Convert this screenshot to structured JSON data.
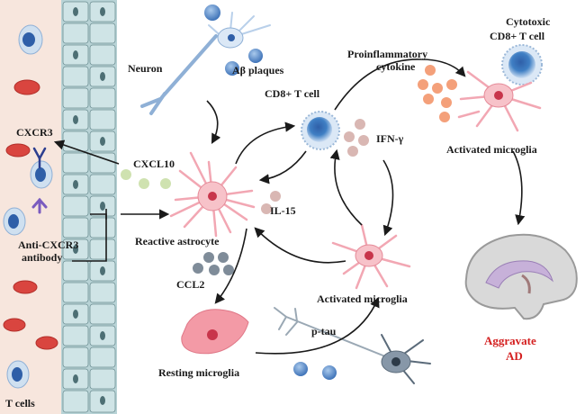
{
  "labels": {
    "neuron": "Neuron",
    "abeta": "Aβ plaques",
    "cd8": "CD8+ T cell",
    "proinflammatory": "Proinflammatory",
    "cytokine": "cytokine",
    "cytotoxic": "Cytotoxic",
    "cytotoxic_cd8": "CD8+ T cell",
    "ifn": "IFN-γ",
    "activated_microglia_top": "Activated microglia",
    "cxcr3": "CXCR3",
    "cxcl10": "CXCL10",
    "il15": "IL-15",
    "reactive_astrocyte": "Reactive astrocyte",
    "anti_cxcr3_line1": "Anti-CXCR3",
    "anti_cxcr3_line2": "antibody",
    "ccl2": "CCL2",
    "activated_microglia_mid": "Activated microglia",
    "ptau": "p-tau",
    "resting_microglia": "Resting microglia",
    "aggravate": "Aggravate",
    "ad": "AD",
    "t_cells": "T cells"
  },
  "colors": {
    "vessel_bg": "#f5e3da",
    "bbb_cell": "#c7dde0",
    "t_cell": "#3f7fc4",
    "astrocyte": "#f2a7b3",
    "microglia": "#f08a96",
    "cytokine": "#f4a07a",
    "ifn_dot": "#d9b7b3",
    "cxcl10_dot": "#cfe2b0",
    "ccl2_dot": "#7f8c99",
    "title_red": "#d42020"
  }
}
